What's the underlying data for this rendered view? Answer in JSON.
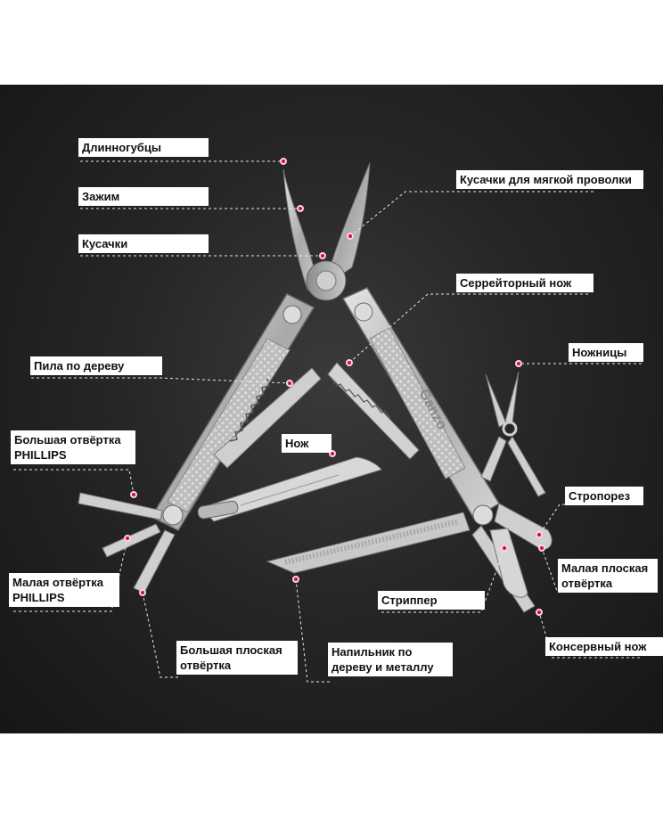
{
  "accent_color": "#d0113a",
  "background_color": "#222222",
  "brand_engraving": "Ganzo",
  "labels": {
    "long_nose_pliers": "Длинногубцы",
    "clamp": "Зажим",
    "wire_cutters": "Кусачки",
    "soft_wire_cutters": "Кусачки для мягкой проволки",
    "serrated_knife": "Серрейторный нож",
    "scissors": "Ножницы",
    "wood_saw": "Пила по дереву",
    "large_phillips": "Большая отвёртка PHILLIPS",
    "knife": "Нож",
    "strap_cutter": "Стропорез",
    "small_phillips": "Малая отвёртка PHILLIPS",
    "small_flat": "Малая плоская отвёртка",
    "stripper": "Стриппер",
    "can_opener": "Консервный нож",
    "large_flat": "Большая плоская отвёртка",
    "file": "Напильник по дереву и металлу"
  }
}
